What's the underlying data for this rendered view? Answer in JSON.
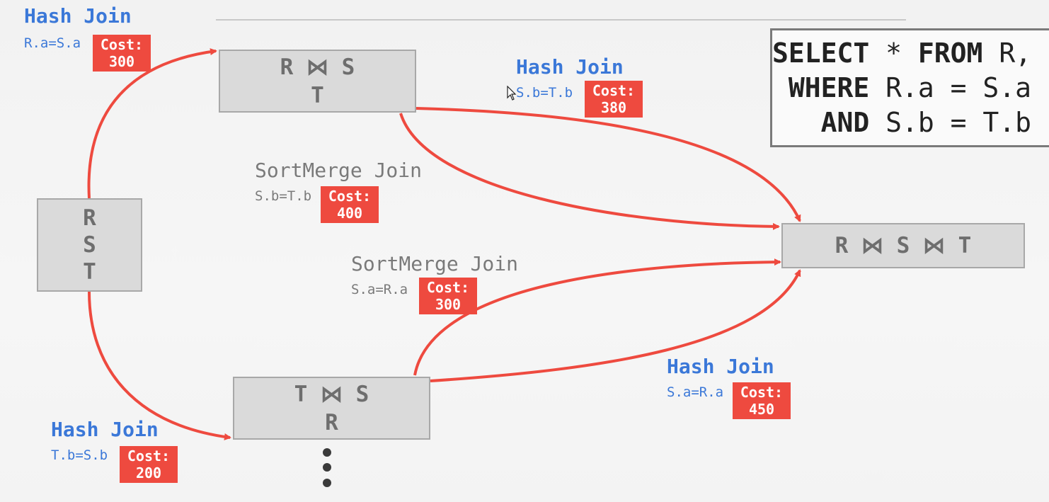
{
  "sql": {
    "line1_kw": "SELECT",
    "line1_rest": " * ",
    "line1_kw2": "FROM",
    "line1_tail": " R,",
    "line2_kw": " WHERE",
    "line2_rest": " R.a = S.a",
    "line3_kw": "   AND",
    "line3_rest": " S.b = T.b"
  },
  "nodes": {
    "rst": [
      "R",
      "S",
      "T"
    ],
    "rs_t": [
      "R ⋈ S",
      "T"
    ],
    "ts_r": [
      "T ⋈ S",
      "R"
    ],
    "final": "R ⋈ S ⋈ T"
  },
  "edges": {
    "e1": {
      "title": "Hash Join",
      "cond": "R.a=S.a",
      "cost_label": "Cost:",
      "cost": "300"
    },
    "e2": {
      "title": "Hash Join",
      "cond": "T.b=S.b",
      "cost_label": "Cost:",
      "cost": "200"
    },
    "e3": {
      "title": "Hash Join",
      "cond": "S.b=T.b",
      "cost_label": "Cost:",
      "cost": "380"
    },
    "e4": {
      "title": "SortMerge Join",
      "cond": "S.b=T.b",
      "cost_label": "Cost:",
      "cost": "400"
    },
    "e5": {
      "title": "SortMerge Join",
      "cond": "S.a=R.a",
      "cost_label": "Cost:",
      "cost": "300"
    },
    "e6": {
      "title": "Hash Join",
      "cond": "S.a=R.a",
      "cost_label": "Cost:",
      "cost": "450"
    }
  },
  "colors": {
    "edge": "#ee4a3f",
    "join_blue": "#3b78d8",
    "join_gray": "#7a7a7a",
    "node_fill": "#dadada"
  }
}
